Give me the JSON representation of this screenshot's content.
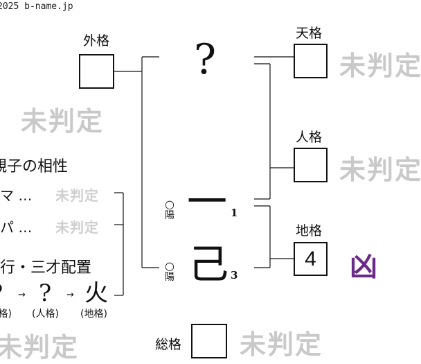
{
  "copyright": "2025 b-name.jp",
  "labels": {
    "gaikaku": "外格",
    "tenkaku": "天格",
    "jinkaku": "人格",
    "chikaku": "地格",
    "soukaku": "総格"
  },
  "pending_text": "未判定",
  "name_chars": {
    "question": "?",
    "char1": "一",
    "char1_strokes": "1",
    "char2": "己",
    "char2_strokes": "3",
    "yinyang_symbol": "○",
    "yinyang_text": "陽"
  },
  "chikaku_value": "4",
  "chikaku_verdict": "凶",
  "compat": {
    "title": "親子の相性",
    "mama": "ママ …",
    "papa": "パパ …"
  },
  "gogyou": {
    "title": "五行・三才配置",
    "items": [
      {
        "char": "?",
        "caption": "(天格)"
      },
      {
        "char": "?",
        "caption": "(人格)"
      },
      {
        "char": "火",
        "caption": "(地格)"
      }
    ],
    "arrow": "→"
  },
  "colors": {
    "pending_gray": "#c9c9c9",
    "verdict_purple": "#6a2a8a",
    "line": "#111111"
  }
}
